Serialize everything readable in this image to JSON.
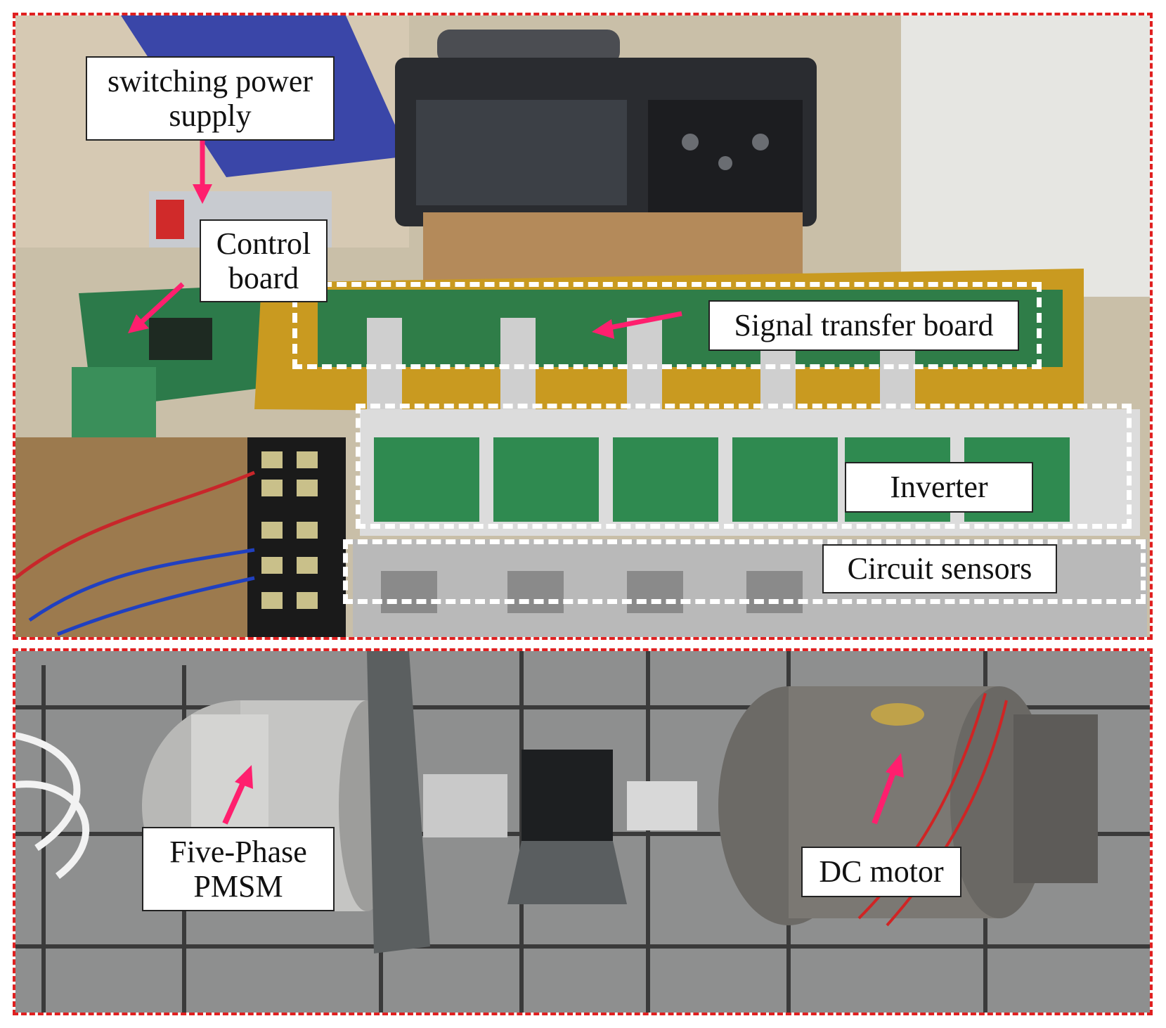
{
  "top_photo": {
    "labels": {
      "switching_power_supply": [
        "switching power",
        "supply"
      ],
      "control_board": [
        "Control",
        "board"
      ],
      "signal_transfer_board": "Signal transfer board",
      "inverter": "Inverter",
      "circuit_sensors": "Circuit sensors"
    }
  },
  "bottom_photo": {
    "labels": {
      "five_phase_pmsm": [
        "Five-Phase",
        "PMSM"
      ],
      "dc_motor": "DC motor"
    }
  },
  "colors": {
    "panel_border": "#e02020",
    "arrow": "#ff1f6e",
    "highlight_box": "#ffffff"
  },
  "icons": {
    "arrow": "pink-arrow-icon"
  }
}
